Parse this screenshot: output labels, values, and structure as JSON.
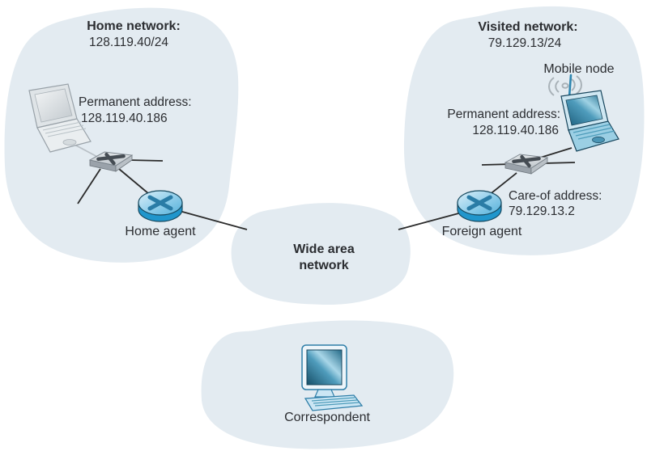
{
  "home_network": {
    "title": "Home network:",
    "subnet": "128.119.40/24",
    "permanent_address_label": "Permanent address:",
    "permanent_address": "128.119.40.186",
    "agent_label": "Home agent"
  },
  "visited_network": {
    "title": "Visited network:",
    "subnet": "79.129.13/24",
    "mobile_node_label": "Mobile node",
    "permanent_address_label": "Permanent address:",
    "permanent_address": "128.119.40.186",
    "care_of_address_label": "Care-of address:",
    "care_of_address": "79.129.13.2",
    "agent_label": "Foreign agent"
  },
  "wide_area_network": {
    "label_line1": "Wide area",
    "label_line2": "network"
  },
  "correspondent": {
    "label": "Correspondent"
  },
  "colors": {
    "blob_fill": "#e3ebf1",
    "text": "#2b2d31",
    "connection_line": "#2b2b2b",
    "laptop_link_line": "#b9c0c6",
    "router_blue": "#2196cc",
    "switch_gray": "#d3d8dc"
  },
  "icons": {
    "home_host": "laptop-icon",
    "home_switch": "ethernet-switch-icon",
    "home_agent": "router-icon",
    "visited_switch": "ethernet-switch-icon",
    "foreign_agent": "router-icon",
    "mobile_node": "wireless-laptop-icon",
    "wireless_signal": "wifi-waves-icon",
    "correspondent_host": "desktop-computer-icon"
  }
}
